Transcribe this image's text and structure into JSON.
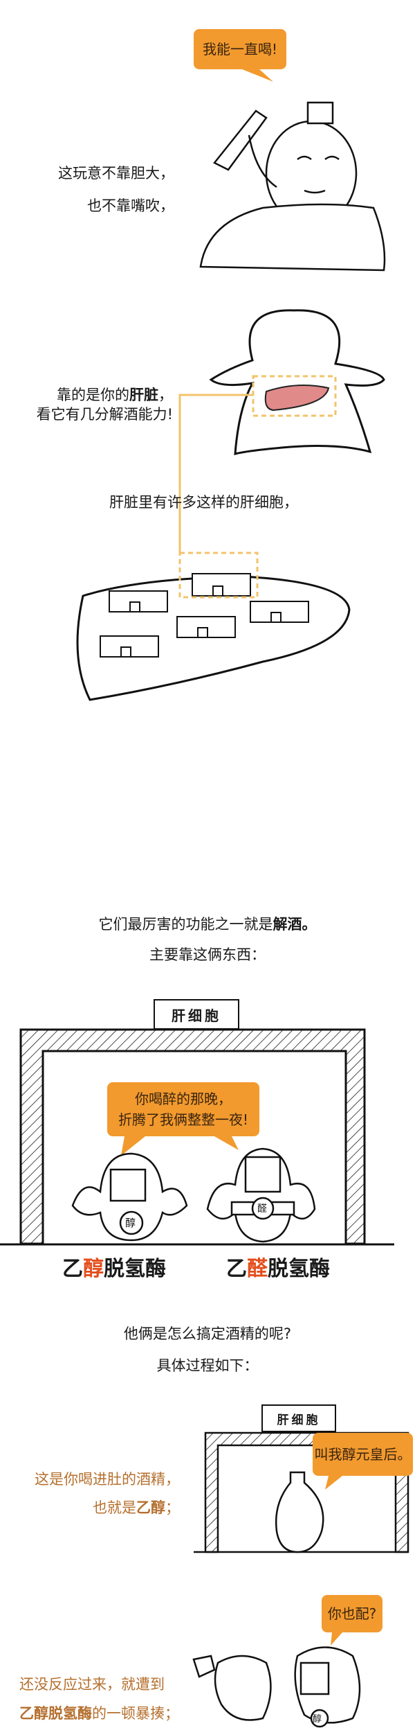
{
  "panel1": {
    "bubble": "我能一直喝!",
    "line1": "这玩意不靠胆大，",
    "line2": "也不靠嘴吹，"
  },
  "panel2": {
    "line1_prefix": "靠的是你的",
    "line1_bold": "肝脏",
    "line1_suffix": "，",
    "line2": "看它有几分解酒能力!",
    "line3": "肝脏里有许多这样的肝细胞，"
  },
  "panel3": {
    "line1_prefix": "它们最厉害的功能之一就是",
    "line1_bold": "解酒。",
    "line2": "主要靠这俩东西：",
    "sign": "肝细胞",
    "bubble_line1": "你喝醉的那晚，",
    "bubble_line2": "折腾了我俩整整一夜!",
    "badge_left": "醇",
    "badge_right": "醛",
    "label_left": {
      "a": "乙",
      "b": "醇",
      "c": "脱氢酶"
    },
    "label_right": {
      "a": "乙",
      "b": "醛",
      "c": "脱氢酶"
    }
  },
  "panel4": {
    "line1": "他俩是怎么搞定酒精的呢?",
    "line2": "具体过程如下："
  },
  "panel5": {
    "sign": "肝细胞",
    "bubble": "叫我醇元皇后。",
    "line1": "这是你喝进肚的酒精，",
    "line2_prefix": "也就是",
    "line2_bold": "乙醇",
    "line2_suffix": "；"
  },
  "panel6": {
    "bubble": "你也配?",
    "line1": "还没反应过来，就遭到",
    "line2_bold": "乙醇脱氢酶",
    "line2_suffix": "的一顿暴揍；",
    "badge": "醇"
  },
  "colors": {
    "bubble": "#f29a2e",
    "highlight": "#e44d1c",
    "caption_brown": "#b5702f",
    "liver": "#e08a8a",
    "guide": "#f2c36b"
  }
}
